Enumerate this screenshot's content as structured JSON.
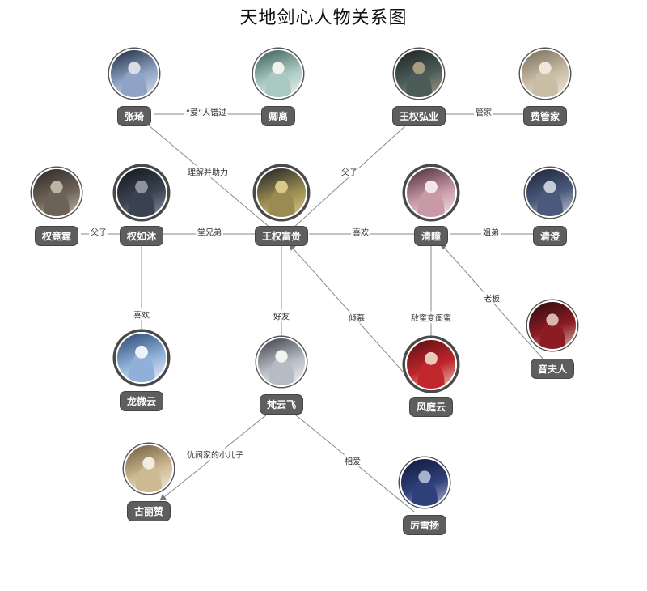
{
  "title": "天地剑心人物关系图",
  "nodes": [
    {
      "id": "zhangqi",
      "name": "张琦",
      "colors": [
        "#1d2a3e",
        "#8fa3c6",
        "#d8dde8"
      ]
    },
    {
      "id": "qingli",
      "name": "卿离",
      "colors": [
        "#3b5b56",
        "#a9c9c2",
        "#f1f1ee"
      ]
    },
    {
      "id": "wangquanhongye",
      "name": "王权弘业",
      "colors": [
        "#1f2320",
        "#4b5c58",
        "#a79e82"
      ]
    },
    {
      "id": "feiguanjia",
      "name": "费管家",
      "colors": [
        "#7a6c5a",
        "#c9bda6",
        "#eee7da"
      ]
    },
    {
      "id": "quanjingting",
      "name": "权竟霆",
      "colors": [
        "#2f2a25",
        "#6d6257",
        "#bfb4a4"
      ]
    },
    {
      "id": "quanrumu",
      "name": "权如沐",
      "colors": [
        "#141820",
        "#3a4250",
        "#8b93a0"
      ]
    },
    {
      "id": "wangquanfugui",
      "name": "王权富贵",
      "colors": [
        "#1b1f22",
        "#9a8b52",
        "#d8c98a"
      ]
    },
    {
      "id": "qingtong",
      "name": "清瞳",
      "colors": [
        "#4a2a36",
        "#c89aa8",
        "#f3e6ea"
      ]
    },
    {
      "id": "qingcheng",
      "name": "清澄",
      "colors": [
        "#1d2538",
        "#4b5a7c",
        "#c7cbd6"
      ]
    },
    {
      "id": "yinfuren",
      "name": "音夫人",
      "colors": [
        "#2a0d10",
        "#8c1b22",
        "#d9b7b0"
      ]
    },
    {
      "id": "longweiyun",
      "name": "龙微云",
      "colors": [
        "#28466f",
        "#8fb0d8",
        "#eef3fa"
      ]
    },
    {
      "id": "fanyunfei",
      "name": "梵云飞",
      "colors": [
        "#3a3d43",
        "#b7bcc4",
        "#f3f3f1"
      ]
    },
    {
      "id": "fengtingyun",
      "name": "风庭云",
      "colors": [
        "#5a0f12",
        "#c0262b",
        "#e9c9b8"
      ]
    },
    {
      "id": "gulizan",
      "name": "古丽赞",
      "colors": [
        "#6f5a3c",
        "#cdb992",
        "#f3ece0"
      ]
    },
    {
      "id": "lixueyang",
      "name": "厉雪扬",
      "colors": [
        "#101a3a",
        "#2f3f78",
        "#a8b2cf"
      ]
    }
  ],
  "edges": [
    {
      "from": "zhangqi",
      "to": "qingli",
      "label": "“爱”人错过"
    },
    {
      "from": "wangquanhongye",
      "to": "feiguanjia",
      "label": "管家"
    },
    {
      "from": "zhangqi",
      "to": "wangquanfugui",
      "label": "理解并助力"
    },
    {
      "from": "wangquanhongye",
      "to": "wangquanfugui",
      "label": "父子"
    },
    {
      "from": "quanjingting",
      "to": "quanrumu",
      "label": "父子"
    },
    {
      "from": "quanrumu",
      "to": "wangquanfugui",
      "label": "堂兄弟"
    },
    {
      "from": "wangquanfugui",
      "to": "qingtong",
      "label": "喜欢"
    },
    {
      "from": "qingtong",
      "to": "qingcheng",
      "label": "姐弟"
    },
    {
      "from": "quanrumu",
      "to": "longweiyun",
      "label": "喜欢"
    },
    {
      "from": "wangquanfugui",
      "to": "fanyunfei",
      "label": "好友"
    },
    {
      "from": "fengtingyun",
      "to": "wangquanfugui",
      "label": "倾慕",
      "arrow": true
    },
    {
      "from": "qingtong",
      "to": "fengtingyun",
      "label": "敌蜜变闺蜜"
    },
    {
      "from": "yinfuren",
      "to": "qingtong",
      "label": "老板",
      "arrow": true
    },
    {
      "from": "fanyunfei",
      "to": "gulizan",
      "label": "仇阀家的小儿子",
      "arrow": true
    },
    {
      "from": "fanyunfei",
      "to": "lixueyang",
      "label": "相爱"
    }
  ]
}
